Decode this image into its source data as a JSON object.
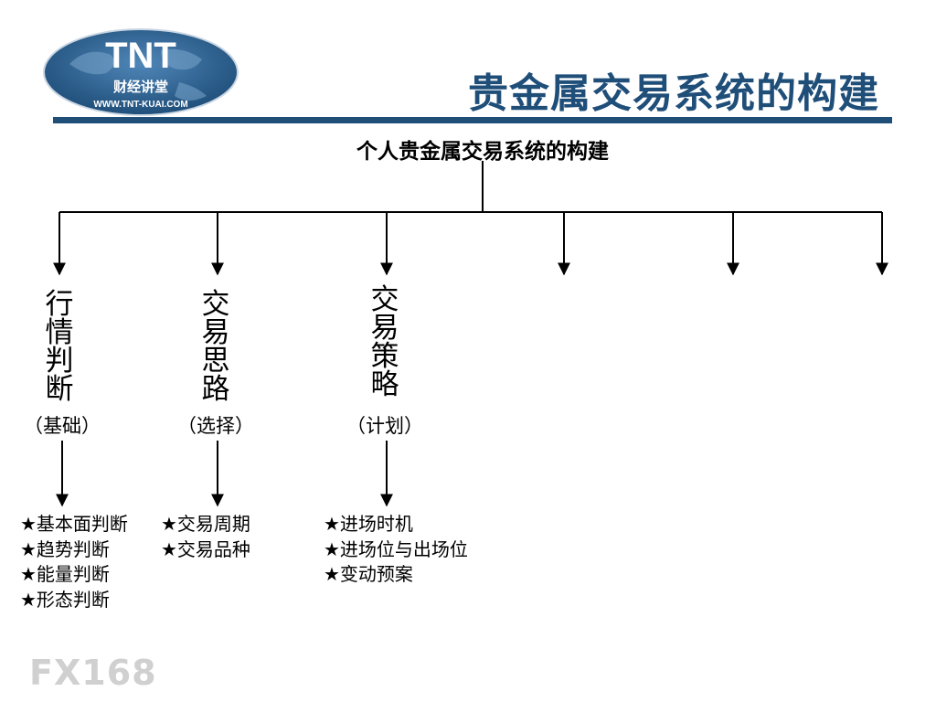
{
  "header": {
    "logo_text": "TNT",
    "logo_subtitle": "财经讲堂",
    "logo_url": "WWW.TNT-KUAI.COM",
    "title": "贵金属交易系统的构建"
  },
  "diagram": {
    "root": "个人贵金属交易系统的构建",
    "branches": [
      {
        "label": "行情判断",
        "sublabel": "（基础）",
        "items": [
          "★基本面判断",
          "★趋势判断",
          "★能量判断",
          "★形态判断"
        ]
      },
      {
        "label": "交易思路",
        "sublabel": "（选择）",
        "items": [
          "★交易周期",
          "★交易品种"
        ]
      },
      {
        "label": "交易策略",
        "sublabel": "（计划）",
        "items": [
          "★进场时机",
          "★进场位与出场位",
          "★变动预案"
        ]
      },
      {
        "label": "",
        "sublabel": "",
        "items": []
      },
      {
        "label": "",
        "sublabel": "",
        "items": []
      },
      {
        "label": "",
        "sublabel": "",
        "items": []
      }
    ]
  },
  "footer": {
    "watermark": "FX168"
  },
  "colors": {
    "brand_blue": "#1f4e79",
    "logo_blue": "#2a5d8f",
    "watermark_gray": "#d0d0d0"
  }
}
